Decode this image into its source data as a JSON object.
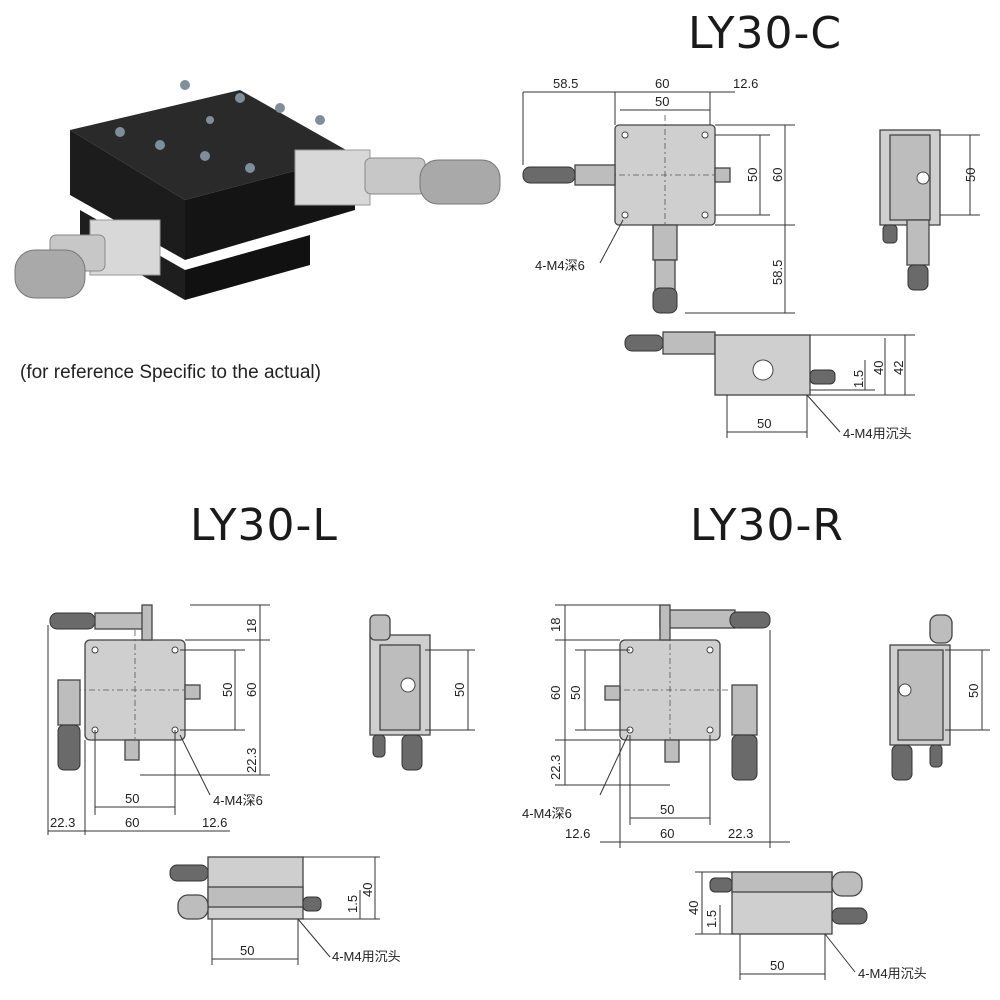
{
  "photo": {
    "caption": "(for reference Specific to the actual)"
  },
  "ly30c": {
    "title": "LY30-C",
    "dim_58_5_top": "58.5",
    "dim_60_top": "60",
    "dim_12_6": "12.6",
    "dim_50_top": "50",
    "dim_50_right": "50",
    "dim_60_right": "60",
    "dim_58_5_right": "58.5",
    "hole_note": "4-M4深6",
    "side_50": "50",
    "front_1_5": "1.5",
    "front_40": "40",
    "front_42": "42",
    "front_50": "50",
    "counterbore_note": "4-M4用沉头"
  },
  "ly30l": {
    "title": "LY30-L",
    "dim_18": "18",
    "dim_50": "50",
    "dim_60": "60",
    "dim_22_3_v": "22.3",
    "dim_50_h": "50",
    "hole_note": "4-M4深6",
    "dim_22_3_h": "22.3",
    "dim_60_h": "60",
    "dim_12_6": "12.6",
    "side_50": "50",
    "front_1_5": "1.5",
    "front_40": "40",
    "front_50": "50",
    "counterbore_note": "4-M4用沉头"
  },
  "ly30r": {
    "title": "LY30-R",
    "dim_18": "18",
    "dim_60": "60",
    "dim_50": "50",
    "dim_22_3_v": "22.3",
    "hole_note": "4-M4深6",
    "dim_50_h": "50",
    "dim_12_6": "12.6",
    "dim_60_h": "60",
    "dim_22_3_h": "22.3",
    "side_50": "50",
    "front_40": "40",
    "front_1_5": "1.5",
    "front_50": "50",
    "counterbore_note": "4-M4用沉头"
  }
}
